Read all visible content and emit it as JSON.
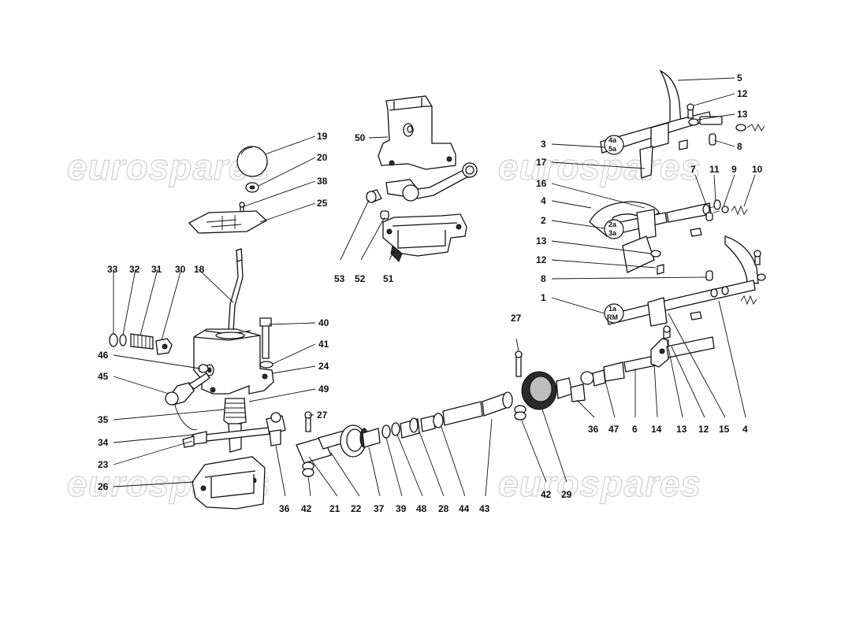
{
  "watermarks": [
    "eurospares",
    "eurospares",
    "eurospares",
    "eurospares"
  ],
  "gear_badges": [
    {
      "line1": "4a",
      "line2": "5a"
    },
    {
      "line1": "2a",
      "line2": "3a"
    },
    {
      "line1": "1a",
      "line2": "RM"
    }
  ],
  "callouts": [
    "5",
    "12",
    "13",
    "3",
    "8",
    "17",
    "7",
    "11",
    "9",
    "10",
    "16",
    "4",
    "2",
    "13",
    "12",
    "8",
    "1",
    "4",
    "15",
    "12",
    "13",
    "14",
    "6",
    "47",
    "36",
    "29",
    "42",
    "43",
    "27",
    "44",
    "28",
    "48",
    "39",
    "37",
    "22",
    "21",
    "42",
    "36",
    "27",
    "19",
    "20",
    "38",
    "25",
    "50",
    "53",
    "52",
    "51",
    "33",
    "32",
    "31",
    "30",
    "18",
    "40",
    "41",
    "46",
    "24",
    "45",
    "49",
    "35",
    "34",
    "23",
    "26"
  ]
}
